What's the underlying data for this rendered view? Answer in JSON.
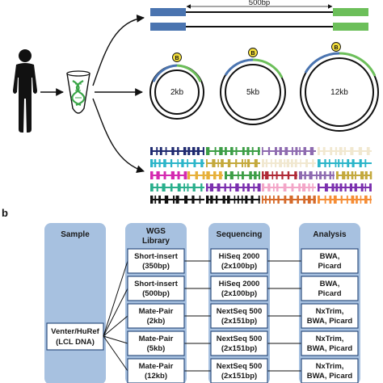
{
  "panel_b": {
    "letter": "b"
  },
  "reads": {
    "insert_size": "500bp"
  },
  "circles": [
    {
      "size": "2kb",
      "marker": "B"
    },
    {
      "size": "5kb",
      "marker": "B"
    },
    {
      "size": "12kb",
      "marker": "B"
    }
  ],
  "table": {
    "headers": {
      "sample": "Sample",
      "library_line1": "WGS",
      "library_line2": "Library",
      "sequencing": "Sequencing",
      "analysis": "Analysis"
    },
    "sample_line1": "Venter/HuRef",
    "sample_line2": "(LCL DNA)",
    "rows": [
      {
        "library": [
          "Short-insert",
          "(350bp)"
        ],
        "sequencing": [
          "HiSeq 2000",
          "(2x100bp)"
        ],
        "analysis": [
          "BWA,",
          "Picard"
        ]
      },
      {
        "library": [
          "Short-insert",
          "(500bp)"
        ],
        "sequencing": [
          "HiSeq 2000",
          "(2x100bp)"
        ],
        "analysis": [
          "BWA,",
          "Picard"
        ]
      },
      {
        "library": [
          "Mate-Pair",
          "(2kb)"
        ],
        "sequencing": [
          "NextSeq 500",
          "(2x151bp)"
        ],
        "analysis": [
          "NxTrim,",
          "BWA, Picard"
        ]
      },
      {
        "library": [
          "Mate-Pair",
          "(5kb)"
        ],
        "sequencing": [
          "NextSeq 500",
          "(2x151bp)"
        ],
        "analysis": [
          "NxTrim,",
          "BWA, Picard"
        ]
      },
      {
        "library": [
          "Mate-Pair",
          "(12kb)"
        ],
        "sequencing": [
          "NextSeq 500",
          "(2x151bp)"
        ],
        "analysis": [
          "NxTrim,",
          "BWA, Picard"
        ]
      }
    ]
  },
  "colors": {
    "read_blue": "#4a74b0",
    "read_green": "#6cbf5a",
    "marker_yellow": "#f2dd3c",
    "column_bg": "#a7c1e0",
    "cell_bg": "#ffffff",
    "cell_border": "#2f4f7f",
    "helix_green": "#3aa548",
    "read_palette": [
      "#1f2a70",
      "#3d9e46",
      "#8e6bb0",
      "#2bb5c9",
      "#f1e8d0",
      "#c4a93c",
      "#d42ab0",
      "#e7b03a",
      "#b02a36",
      "#2aaf8c",
      "#7b2fae",
      "#f3a6c8",
      "#d56a2a",
      "#111111",
      "#f58d35"
    ]
  }
}
